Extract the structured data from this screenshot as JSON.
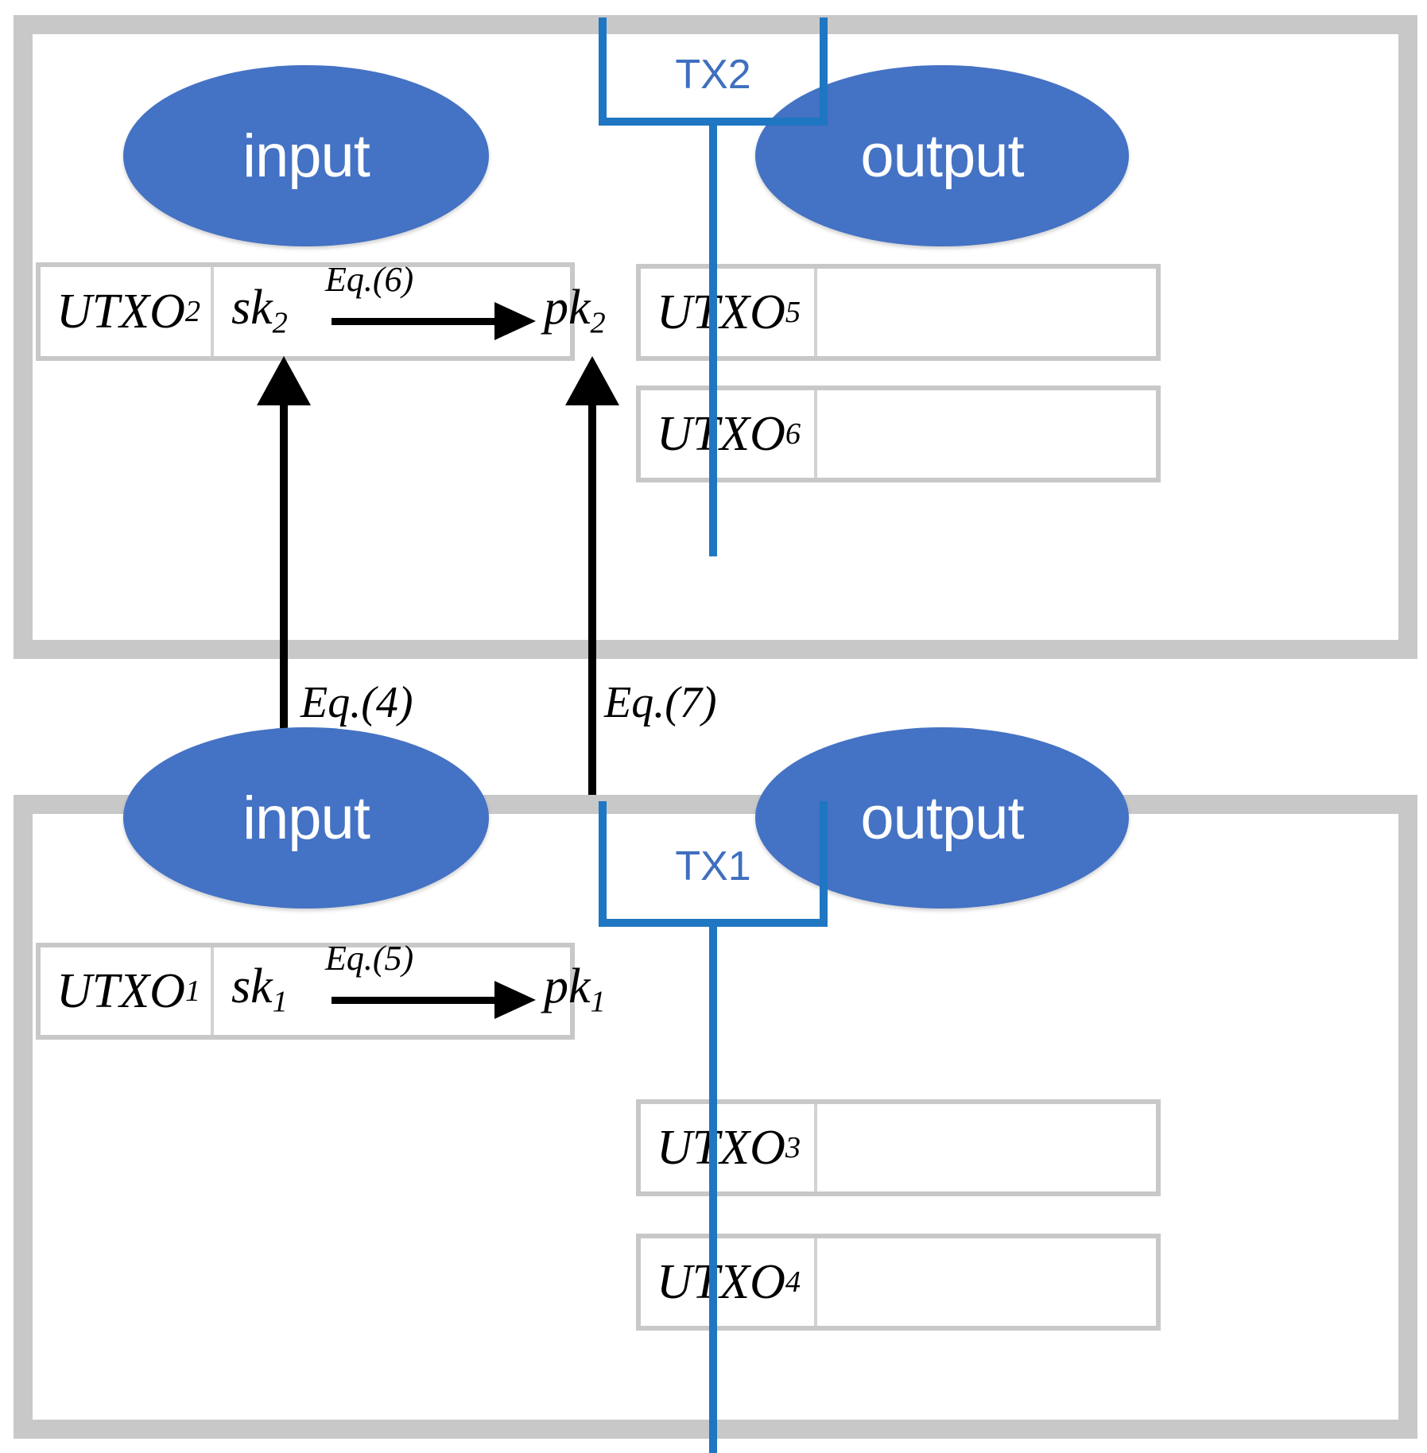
{
  "diagram": {
    "title": "UTXO transaction key-derivation diagram",
    "colors": {
      "panel_border": "#c8c8c8",
      "ellipse_fill": "#4472c4",
      "ellipse_text": "#ffffff",
      "tx_bracket": "#1f76c2",
      "tx_label_text": "#3f6fbf",
      "arrow": "#000000",
      "utxo_border": "#c8c8c8",
      "background": "#ffffff"
    }
  },
  "panels": [
    {
      "id": "tx2",
      "tx_label": "TX2",
      "input_ellipse_label": "input",
      "output_ellipse_label": "output",
      "input_rows": [
        {
          "utxo_label": "UTXO",
          "utxo_index": "2",
          "secret_key": "sk",
          "secret_key_index": "2",
          "public_key": "pk",
          "public_key_index": "2",
          "equation_label": "Eq.(6)"
        }
      ],
      "output_rows": [
        {
          "utxo_label": "UTXO",
          "utxo_index": "5",
          "value": ""
        },
        {
          "utxo_label": "UTXO",
          "utxo_index": "6",
          "value": ""
        }
      ]
    },
    {
      "id": "tx1",
      "tx_label": "TX1",
      "input_ellipse_label": "input",
      "output_ellipse_label": "output",
      "input_rows": [
        {
          "utxo_label": "UTXO",
          "utxo_index": "1",
          "secret_key": "sk",
          "secret_key_index": "1",
          "public_key": "pk",
          "public_key_index": "1",
          "equation_label": "Eq.(5)"
        }
      ],
      "output_rows": [
        {
          "utxo_label": "UTXO",
          "utxo_index": "3",
          "value": ""
        },
        {
          "utxo_label": "UTXO",
          "utxo_index": "4",
          "value": ""
        }
      ]
    }
  ],
  "cross_arrows": [
    {
      "id": "eq4",
      "label": "Eq.(4)",
      "from": "sk1",
      "to": "sk2"
    },
    {
      "id": "eq7",
      "label": "Eq.(7)",
      "from": "pk1",
      "to": "pk2"
    }
  ]
}
